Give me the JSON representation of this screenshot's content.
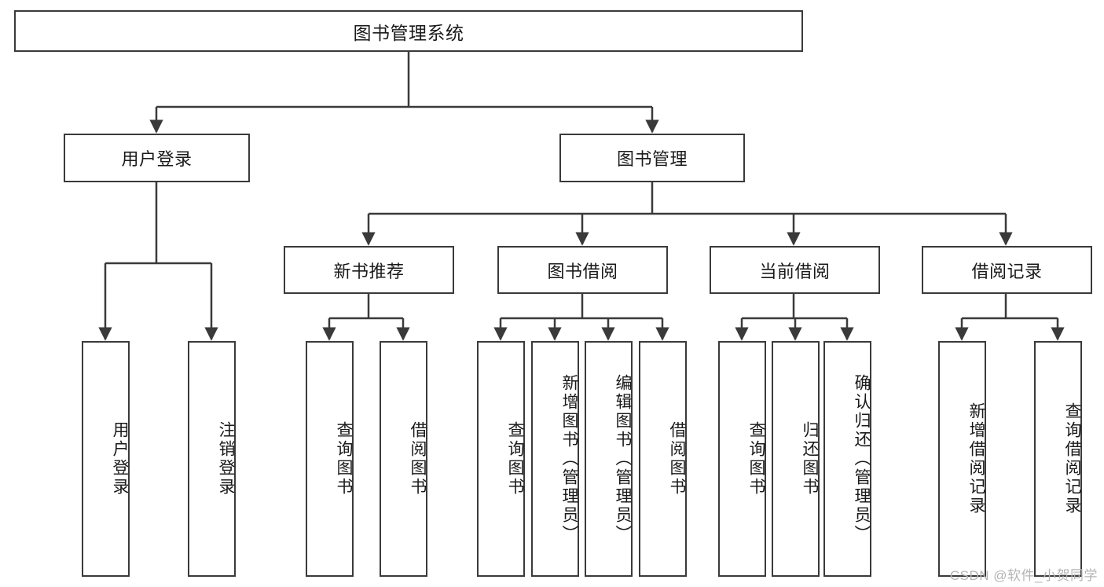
{
  "diagram": {
    "title": "图书管理系统",
    "watermark": "CSDN @软件_小贺同学",
    "colors": {
      "stroke": "#3a3a3a",
      "fill": "#ffffff",
      "text": "#1a1a1a",
      "watermark": "#b4b4b4"
    },
    "levels": {
      "root": {
        "label": "图书管理系统"
      },
      "level2": [
        {
          "label": "用户登录"
        },
        {
          "label": "图书管理"
        }
      ],
      "level3": [
        {
          "label": "新书推荐"
        },
        {
          "label": "图书借阅"
        },
        {
          "label": "当前借阅"
        },
        {
          "label": "借阅记录"
        }
      ],
      "leaves_user_login": [
        {
          "label": "用户登录"
        },
        {
          "label": "注销登录"
        }
      ],
      "leaves_new_book": [
        {
          "label": "查询图书"
        },
        {
          "label": "借阅图书"
        }
      ],
      "leaves_borrow": [
        {
          "label": "查询图书"
        },
        {
          "label": "新增图书（管理员）"
        },
        {
          "label": "编辑图书（管理员）"
        },
        {
          "label": "借阅图书"
        }
      ],
      "leaves_current": [
        {
          "label": "查询图书"
        },
        {
          "label": "归还图书"
        },
        {
          "label": "确认归还（管理员）"
        }
      ],
      "leaves_records": [
        {
          "label": "新增借阅记录"
        },
        {
          "label": "查询借阅记录"
        }
      ]
    }
  }
}
